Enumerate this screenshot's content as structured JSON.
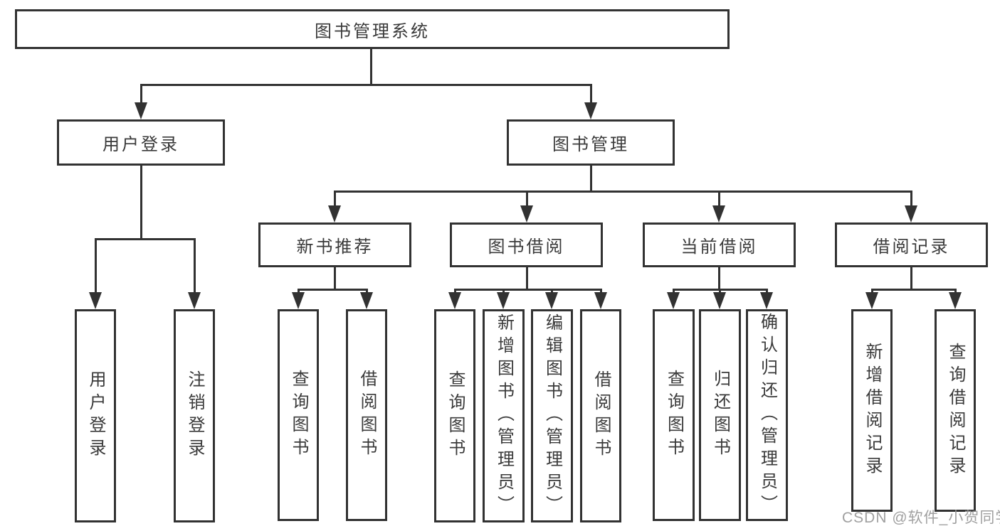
{
  "colors": {
    "line": "#323232",
    "text": "#3a3a3a",
    "background": "#ffffff",
    "watermark": "#969696"
  },
  "watermark": "CSDN @软件_小贺同学",
  "tree": {
    "label": "图书管理系统",
    "children": [
      {
        "label": "用户登录",
        "children": [
          {
            "label": "用户登录"
          },
          {
            "label": "注销登录"
          }
        ]
      },
      {
        "label": "图书管理",
        "children": [
          {
            "label": "新书推荐",
            "children": [
              {
                "label": "查询图书"
              },
              {
                "label": "借阅图书"
              }
            ]
          },
          {
            "label": "图书借阅",
            "children": [
              {
                "label": "查询图书"
              },
              {
                "label": "新增图书（管理员）"
              },
              {
                "label": "编辑图书（管理员）"
              },
              {
                "label": "借阅图书"
              }
            ]
          },
          {
            "label": "当前借阅",
            "children": [
              {
                "label": "查询图书"
              },
              {
                "label": "归还图书"
              },
              {
                "label": "确认归还（管理员）"
              }
            ]
          },
          {
            "label": "借阅记录",
            "children": [
              {
                "label": "新增借阅记录"
              },
              {
                "label": "查询借阅记录"
              }
            ]
          }
        ]
      }
    ]
  }
}
